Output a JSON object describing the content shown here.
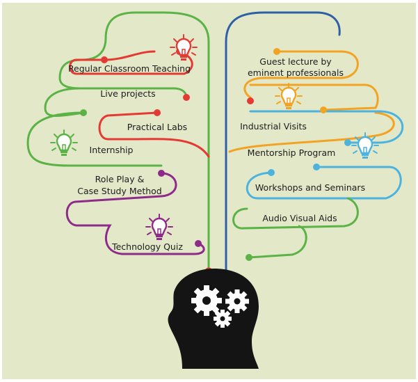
{
  "labels": {
    "regular_classroom": "Regular Classroom Teaching",
    "live_projects": "Live projects",
    "practical_labs": "Practical Labs",
    "internship": "Internship",
    "role_play_1": "Role Play &",
    "role_play_2": "Case Study Method",
    "technology_quiz": "Technology Quiz",
    "guest_lecture_1": "Guest lecture by",
    "guest_lecture_2": "eminent professionals",
    "industrial_visits": "Industrial Visits",
    "mentorship": "Mentorship Program",
    "workshops": "Workshops and Seminars",
    "audio_visual": "Audio Visual Aids"
  },
  "colors": {
    "background": "#e3e8c8",
    "red": "#e53a33",
    "green": "#5bb347",
    "purple": "#8e2b8a",
    "blue": "#2f5fa5",
    "orange": "#f2a324",
    "light_blue": "#4cb3de",
    "head": "#141414",
    "gear": "#ffffff"
  },
  "icons": [
    "bulb-icon-red",
    "bulb-icon-green",
    "bulb-icon-purple",
    "bulb-icon-orange",
    "bulb-icon-lightblue",
    "head-silhouette",
    "gears-icon"
  ]
}
